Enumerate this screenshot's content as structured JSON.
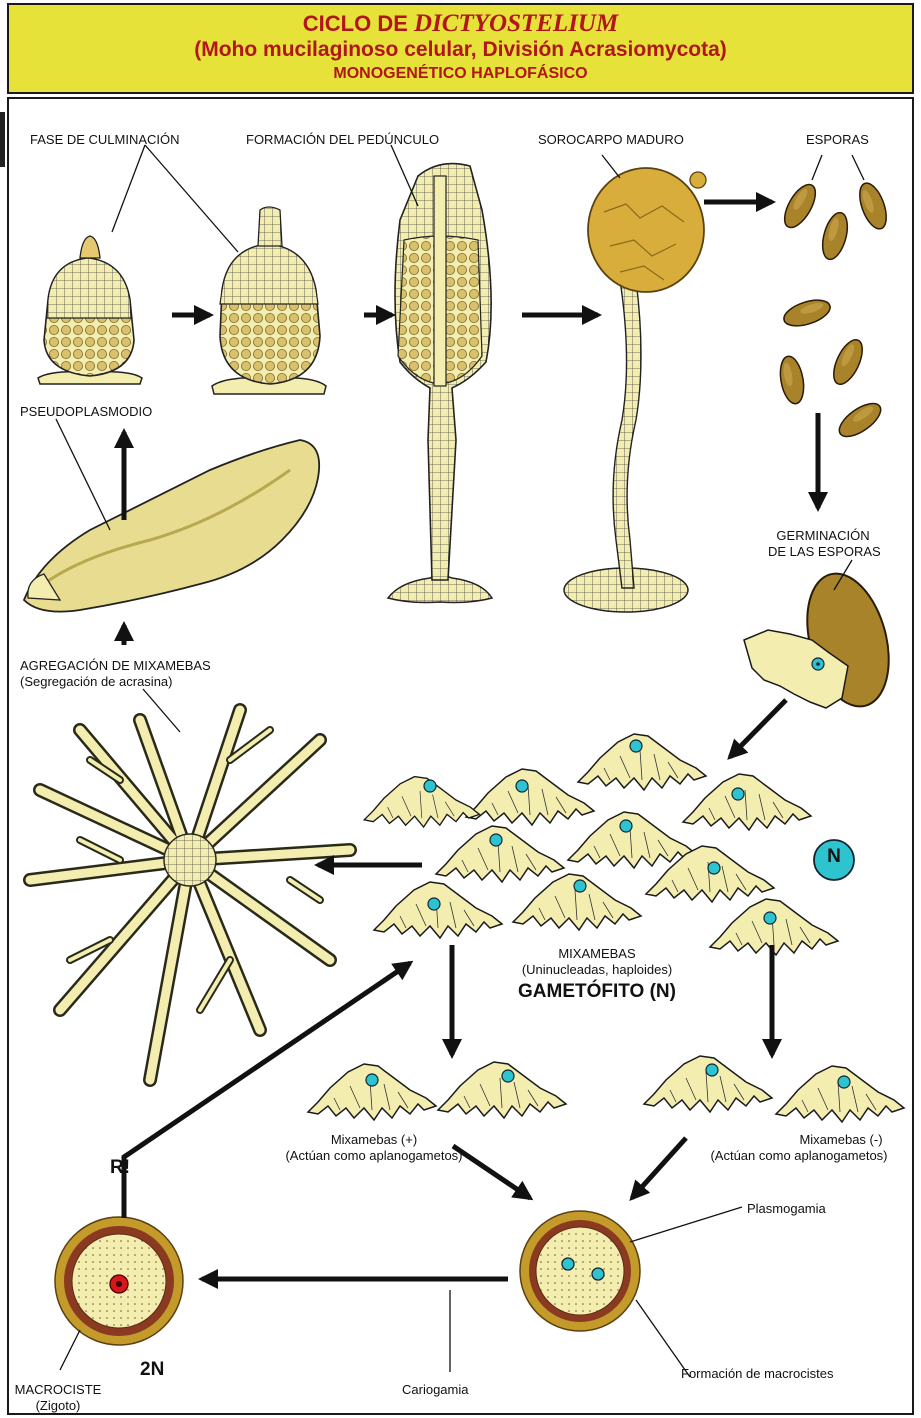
{
  "header": {
    "title_prefix": "CICLO DE ",
    "title_genus": "DICTYOSTELIUM",
    "subtitle": "(Moho mucilaginoso celular, División Acrasiomycota)",
    "cycle_type": "MONOGENÉTICO HAPLOFÁSICO"
  },
  "labels": {
    "culmination": "FASE DE CULMINACIÓN",
    "peduncle": "FORMACIÓN DEL PEDÚNCULO",
    "sorocarp": "SOROCARPO MADURO",
    "spores": "ESPORAS",
    "pseudoplasmodium": "PSEUDOPLASMODIO",
    "germination_1": "GERMINACIÓN",
    "germination_2": "DE LAS ESPORAS",
    "aggregation": "AGREGACIÓN DE MIXAMEBAS",
    "aggregation_note": "(Segregación de acrasina)",
    "ploidy_n": "N",
    "myxamoebae": "MIXAMEBAS",
    "myxamoebae_note": "(Uninucleadas, haploides)",
    "gametophyte": "GAMETÓFITO (N)",
    "myx_plus": "Mixamebas (+)",
    "myx_plus_note": "(Actúan como aplanogametos)",
    "myx_minus": "Mixamebas (-)",
    "myx_minus_note": "(Actúan como aplanogametos)",
    "meiosis": "R!",
    "plasmogamy": "Plasmogamia",
    "macrocyst_formation": "Formación de macrocistes",
    "karyogamy": "Cariogamia",
    "ploidy_2n": "2N",
    "macrocyst": "MACROCISTE",
    "zygote": "(Zigoto)"
  },
  "colors": {
    "header_bg": "#e6e23a",
    "header_text": "#b0161a",
    "cell": "#f3eeb0",
    "sorocarp": "#d8ad3c",
    "spore": "#a9832a",
    "nucleus": "#2ec4cf",
    "zygote_nucleus": "#d8161a",
    "wall_outer": "#c49a2a",
    "wall_inner": "#8a3a20"
  }
}
